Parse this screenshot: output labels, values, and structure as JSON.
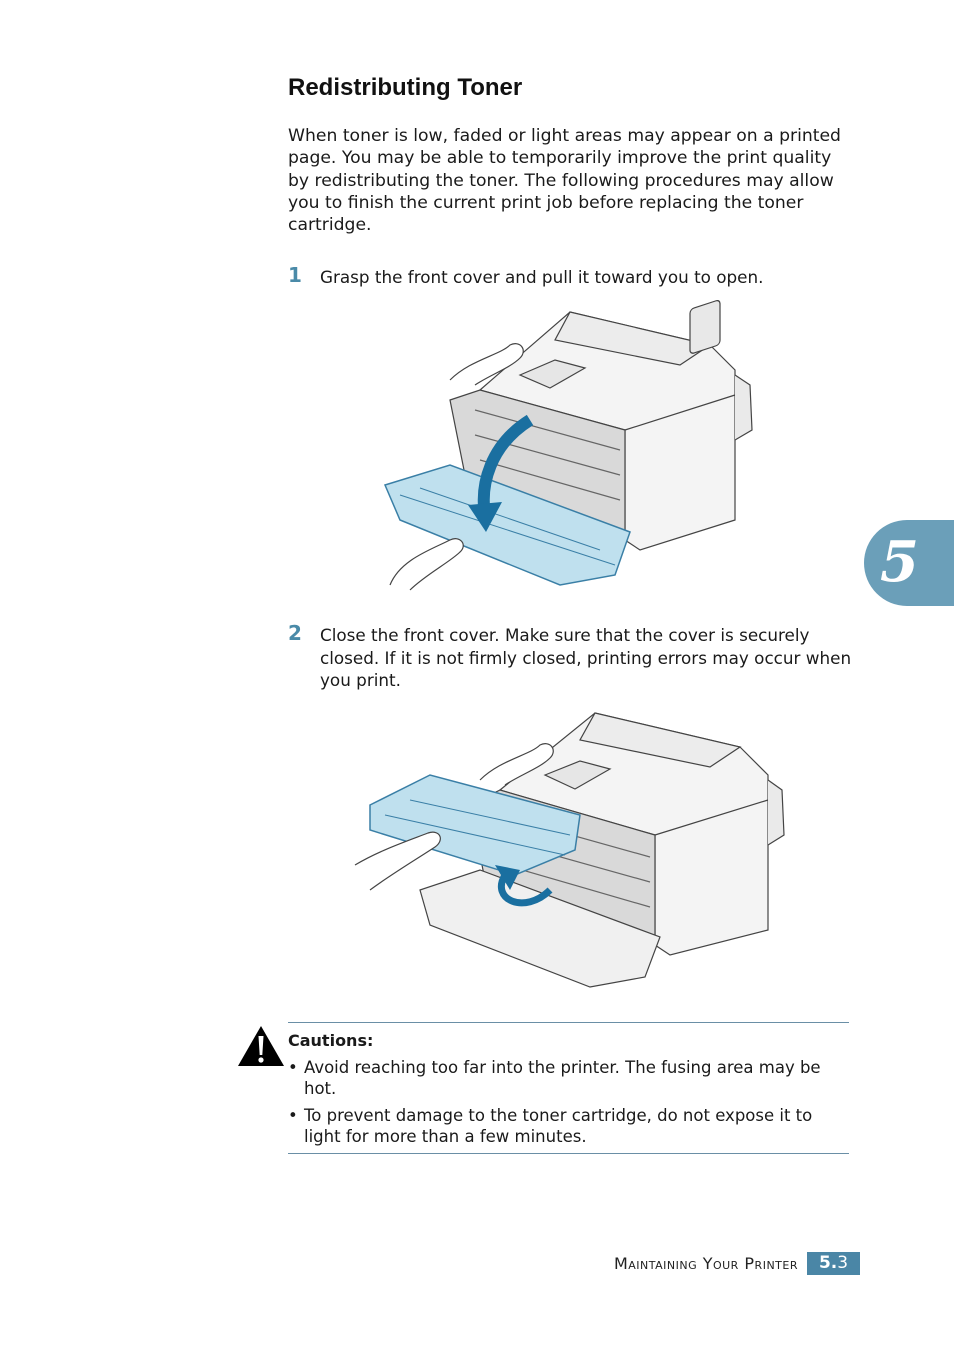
{
  "page": {
    "title": "Redistributing Toner",
    "intro": "When toner is low, faded or light areas may appear on a printed page. You may be able to temporarily improve the print quality by redistributing the toner. The following procedures may allow you to finish the current print job before replacing the toner cartridge."
  },
  "steps": [
    {
      "number": "1",
      "text": "Grasp the front cover and pull it toward you to open."
    },
    {
      "number": "2",
      "text": "Close the front cover. Make sure that the cover is securely closed. If it is not firmly closed, printing errors may occur when you print."
    }
  ],
  "illustrations": [
    {
      "icon": "printer-open-cover-illustration"
    },
    {
      "icon": "printer-toner-cartridge-illustration"
    }
  ],
  "chapter_tab": {
    "number": "5",
    "color": "#6b9fb9"
  },
  "cautions": {
    "icon": "warning-triangle-icon",
    "title": "Cautions:",
    "items": [
      "Avoid reaching too far into the printer. The fusing area may be hot.",
      "To prevent damage to the toner cartridge, do not expose it to light for more than a few minutes."
    ]
  },
  "footer": {
    "section": "Maintaining Your Printer",
    "page_major": "5.",
    "page_minor": "3",
    "accent": "#4a86a6"
  }
}
